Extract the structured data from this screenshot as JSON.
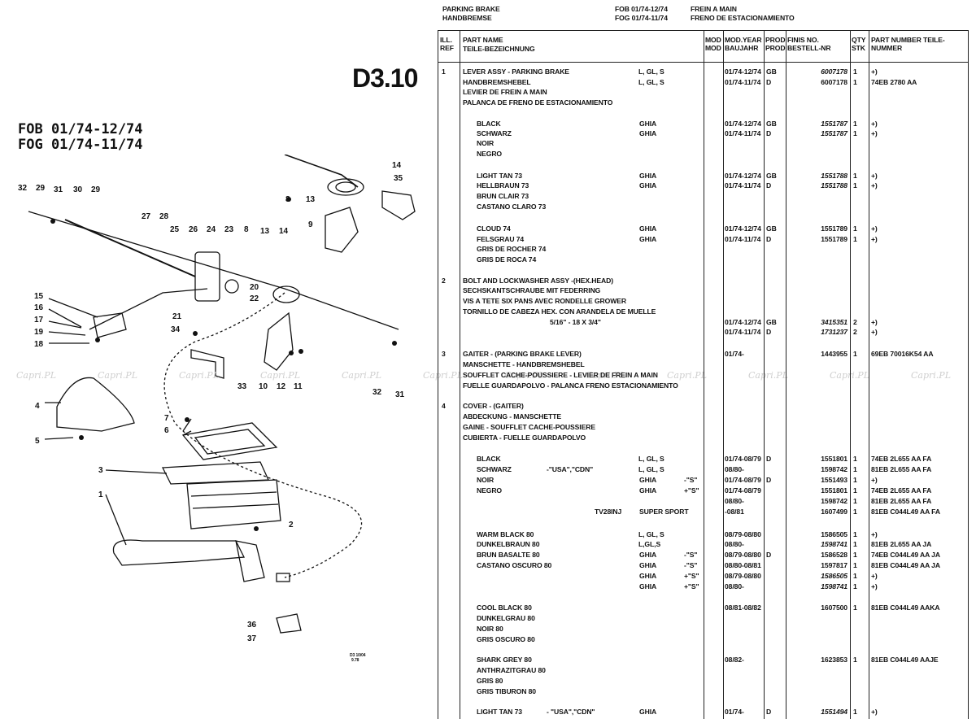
{
  "header": {
    "title_en": "PARKING BRAKE",
    "title_de": "HANDBREMSE",
    "fob_range": "FOB 01/74-12/74",
    "fog_range": "FOG 01/74-11/74",
    "title_fr": "FREIN A MAIN",
    "title_es": "FRENO DE ESTACIONAMIENTO"
  },
  "diagram": {
    "section_code": "D3.10",
    "fob_label": "FOB 01/74-12/74",
    "fog_label": "FOG 01/74-11/74",
    "small_code_1": "D3 10/04",
    "small_code_2": "9.78",
    "callouts": [
      "32",
      "29",
      "31",
      "30",
      "29",
      "27",
      "28",
      "25",
      "26",
      "24",
      "23",
      "8",
      "13",
      "14",
      "14",
      "35",
      "13",
      "9",
      "8",
      "15",
      "16",
      "17",
      "19",
      "18",
      "21",
      "34",
      "20",
      "22",
      "10",
      "12",
      "11",
      "33",
      "32",
      "31",
      "4",
      "5",
      "7",
      "6",
      "3",
      "1",
      "2",
      "36",
      "37"
    ]
  },
  "columns": {
    "ill_ref": "ILL. REF",
    "part_name": "PART NAME",
    "part_name_de": "TEILE-BEZEICHNUNG",
    "mod": "MOD MOD",
    "mod_year": "MOD.YEAR BAUJAHR",
    "prod": "PROD PROD",
    "finis": "FINIS NO. BESTELL-NR",
    "qty": "QTY STK",
    "part_number": "PART NUMBER TEILE-NUMMER"
  },
  "watermark": "Capri.PL",
  "rows": [
    {
      "ref": "1",
      "name": "LEVER ASSY - PARKING BRAKE",
      "mod": "L, GL, S",
      "year": "01/74-12/74",
      "prod": "GB",
      "finis": "6007178",
      "qty": "1",
      "pn": "+)"
    },
    {
      "ref": "",
      "name": "HANDBREMSHEBEL",
      "mod": "L, GL, S",
      "year": "01/74-11/74",
      "prod": "D",
      "finis": "6007178",
      "qty": "1",
      "pn": "74EB 2780 AA"
    },
    {
      "ref": "",
      "name": "LEVIER DE FREIN A MAIN"
    },
    {
      "ref": "",
      "name": "PALANCA DE FRENO DE ESTACIONAMIENTO"
    },
    {
      "ref": "",
      "name": "BLACK",
      "mod": "GHIA",
      "year": "01/74-12/74",
      "prod": "GB",
      "finis": "1551787",
      "qty": "1",
      "pn": "+)"
    },
    {
      "ref": "",
      "name": "SCHWARZ",
      "mod": "GHIA",
      "year": "01/74-11/74",
      "prod": "D",
      "finis": "1551787",
      "qty": "1",
      "pn": "+)"
    },
    {
      "ref": "",
      "name": "NOIR"
    },
    {
      "ref": "",
      "name": "NEGRO"
    },
    {
      "ref": "",
      "name": "LIGHT TAN 73",
      "mod": "GHIA",
      "year": "01/74-12/74",
      "prod": "GB",
      "finis": "1551788",
      "qty": "1",
      "pn": "+)"
    },
    {
      "ref": "",
      "name": "HELLBRAUN 73",
      "mod": "GHIA",
      "year": "01/74-11/74",
      "prod": "D",
      "finis": "1551788",
      "qty": "1",
      "pn": "+)"
    },
    {
      "ref": "",
      "name": "BRUN CLAIR 73"
    },
    {
      "ref": "",
      "name": "CASTANO CLARO 73"
    },
    {
      "ref": "",
      "name": "CLOUD 74",
      "mod": "GHIA",
      "year": "01/74-12/74",
      "prod": "GB",
      "finis": "1551789",
      "qty": "1",
      "pn": "+)"
    },
    {
      "ref": "",
      "name": "FELSGRAU 74",
      "mod": "GHIA",
      "year": "01/74-11/74",
      "prod": "D",
      "finis": "1551789",
      "qty": "1",
      "pn": "+)"
    },
    {
      "ref": "",
      "name": "GRIS DE ROCHER 74"
    },
    {
      "ref": "",
      "name": "GRIS DE ROCA 74"
    },
    {
      "ref": "2",
      "name": "BOLT AND LOCKWASHER ASSY -(HEX.HEAD)"
    },
    {
      "ref": "",
      "name": "SECHSKANTSCHRAUBE MIT FEDERRING"
    },
    {
      "ref": "",
      "name": "VIS A TETE SIX PANS AVEC RONDELLE GROWER"
    },
    {
      "ref": "",
      "name": "TORNILLO DE CABEZA HEX. CON ARANDELA DE MUELLE"
    },
    {
      "ref": "",
      "name": "5/16\" - 18 X 3/4\""
    },
    {
      "ref": "",
      "name": "",
      "year": "01/74-12/74",
      "prod": "GB",
      "finis": "3415351",
      "qty": "2",
      "pn": "+)"
    },
    {
      "ref": "",
      "name": "",
      "year": "01/74-11/74",
      "prod": "D",
      "finis": "1731237",
      "qty": "2",
      "pn": "+)"
    },
    {
      "ref": "3",
      "name": "GAITER - (PARKING BRAKE LEVER)",
      "year": "01/74-",
      "finis": "1443955",
      "qty": "1",
      "pn": "69EB 70016K54 AA"
    },
    {
      "ref": "",
      "name": "MANSCHETTE - HANDBREMSHEBEL"
    },
    {
      "ref": "",
      "name": "SOUFFLET CACHE-POUSSIERE - LEVIER DE FREIN A MAIN"
    },
    {
      "ref": "",
      "name": "FUELLE GUARDAPOLVO - PALANCA FRENO ESTACIONAMIENTO"
    },
    {
      "ref": "4",
      "name": "COVER - (GAITER)"
    },
    {
      "ref": "",
      "name": "ABDECKUNG - MANSCHETTE"
    },
    {
      "ref": "",
      "name": "GAINE - SOUFFLET CACHE-POUSSIERE"
    },
    {
      "ref": "",
      "name": "CUBIERTA - FUELLE GUARDAPOLVO"
    },
    {
      "ref": "",
      "name": "BLACK",
      "mod": "L, GL, S",
      "year": "01/74-08/79",
      "prod": "D",
      "finis": "1551801",
      "qty": "1",
      "pn": "74EB 2L655 AA FA"
    },
    {
      "ref": "",
      "name": "SCHWARZ",
      "note": "-\"USA\",\"CDN\"",
      "mod": "L, GL, S",
      "year": "08/80-",
      "finis": "1598742",
      "qty": "1",
      "pn": "81EB 2L655 AA FA"
    },
    {
      "ref": "",
      "name": "NOIR",
      "mod": "GHIA",
      "extra": "-\"S\"",
      "year": "01/74-08/79",
      "prod": "D",
      "finis": "1551493",
      "qty": "1",
      "pn": "+)"
    },
    {
      "ref": "",
      "name": "NEGRO",
      "mod": "GHIA",
      "extra": "+\"S\"",
      "year": "01/74-08/79",
      "finis": "1551801",
      "qty": "1",
      "pn": "74EB 2L655 AA FA"
    },
    {
      "ref": "",
      "name": "",
      "year": "08/80-",
      "finis": "1598742",
      "qty": "1",
      "pn": "81EB 2L655 AA FA"
    },
    {
      "ref": "",
      "name": "",
      "note": "TV28INJ",
      "mod": "SUPER SPORT",
      "year": "-08/81",
      "finis": "1607499",
      "qty": "1",
      "pn": "81EB C044L49 AA FA"
    },
    {
      "ref": "",
      "name": "WARM BLACK 80",
      "mod": "L, GL, S",
      "year": "08/79-08/80",
      "finis": "1586505",
      "qty": "1",
      "pn": "+)"
    },
    {
      "ref": "",
      "name": "DUNKELBRAUN 80",
      "mod": "L,GL,S",
      "year": "08/80-",
      "finis": "1598741",
      "qty": "1",
      "pn": "81EB 2L655 AA JA"
    },
    {
      "ref": "",
      "name": "BRUN BASALTE 80",
      "mod": "GHIA",
      "extra": "-\"S\"",
      "year": "08/79-08/80",
      "prod": "D",
      "finis": "1586528",
      "qty": "1",
      "pn": "74EB C044L49 AA JA"
    },
    {
      "ref": "",
      "name": "CASTANO OSCURO 80",
      "mod": "GHIA",
      "extra": "-\"S\"",
      "year": "08/80-08/81",
      "finis": "1597817",
      "qty": "1",
      "pn": "81EB C044L49 AA JA"
    },
    {
      "ref": "",
      "name": "",
      "mod": "GHIA",
      "extra": "+\"S\"",
      "year": "08/79-08/80",
      "finis": "1586505",
      "qty": "1",
      "pn": "+)"
    },
    {
      "ref": "",
      "name": "",
      "mod": "GHIA",
      "extra": "+\"S\"",
      "year": "08/80-",
      "finis": "1598741",
      "qty": "1",
      "pn": "+)"
    },
    {
      "ref": "",
      "name": "COOL BLACK 80",
      "year": "08/81-08/82",
      "finis": "1607500",
      "qty": "1",
      "pn": "81EB C044L49 AAKA"
    },
    {
      "ref": "",
      "name": "DUNKELGRAU 80"
    },
    {
      "ref": "",
      "name": "NOIR 80"
    },
    {
      "ref": "",
      "name": "GRIS OSCURO 80"
    },
    {
      "ref": "",
      "name": "SHARK GREY 80",
      "year": "08/82-",
      "finis": "1623853",
      "qty": "1",
      "pn": "81EB C044L49 AAJE"
    },
    {
      "ref": "",
      "name": "ANTHRAZITGRAU 80"
    },
    {
      "ref": "",
      "name": "GRIS 80"
    },
    {
      "ref": "",
      "name": "GRIS TIBURON 80"
    },
    {
      "ref": "",
      "name": "LIGHT TAN 73",
      "note": "- \"USA\",\"CDN\"",
      "mod": "GHIA",
      "year": "01/74-",
      "prod": "D",
      "finis": "1551494",
      "qty": "1",
      "pn": "+)"
    }
  ]
}
